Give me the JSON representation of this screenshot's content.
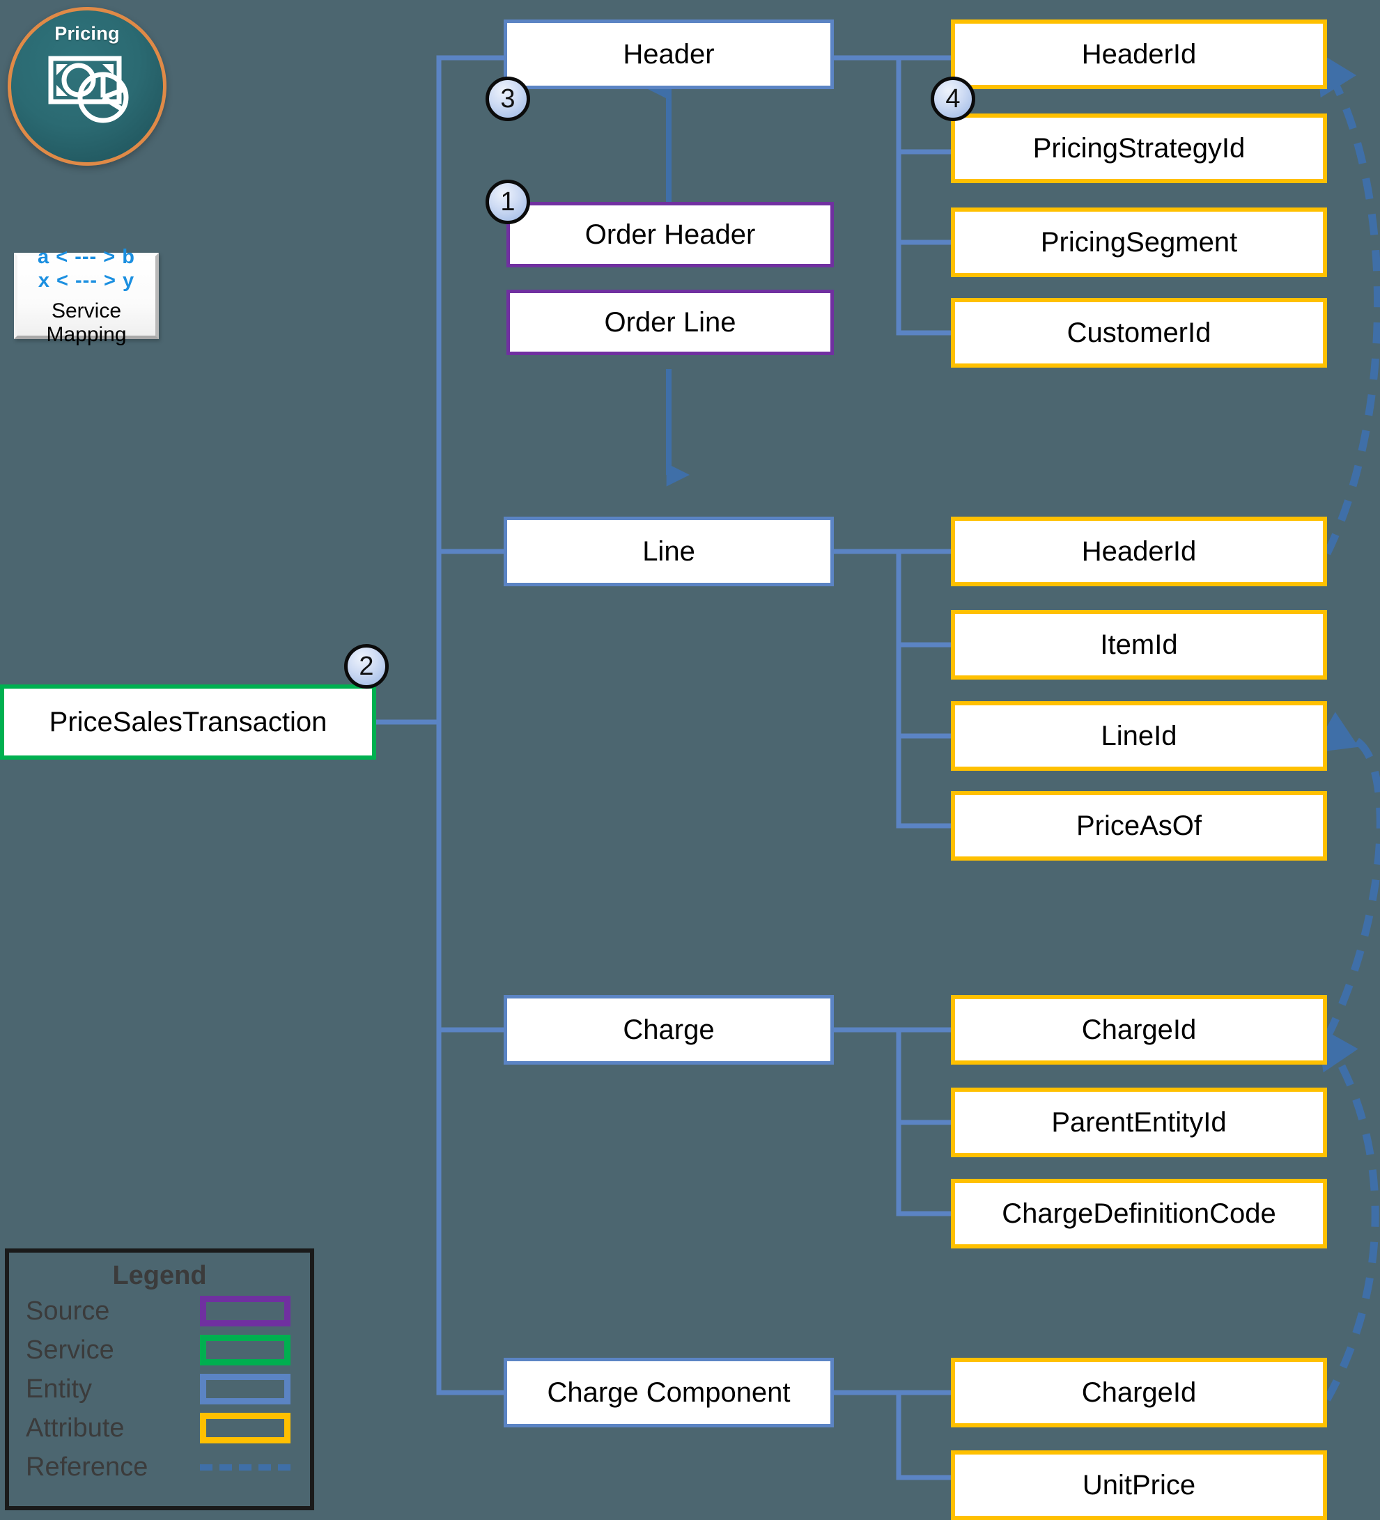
{
  "domain_badge": "Pricing",
  "pricing": {
    "title": "Pricing",
    "icon": "money-pie-chart-icon"
  },
  "service_mapping_card": {
    "line1": "a < --- > b",
    "line2": "x < --- > y",
    "label": "Service Mapping"
  },
  "legend": {
    "title": "Legend",
    "items": [
      {
        "label": "Source",
        "style": "box",
        "color": "#7030a0"
      },
      {
        "label": "Service",
        "style": "box",
        "color": "#00b050"
      },
      {
        "label": "Entity",
        "style": "box",
        "color": "#5b84c4"
      },
      {
        "label": "Attribute",
        "style": "box",
        "color": "#ffc000"
      },
      {
        "label": "Reference",
        "style": "dashed",
        "color": "#3f6fa8"
      }
    ]
  },
  "badges": [
    {
      "number": "1",
      "target": "order-header"
    },
    {
      "number": "2",
      "target": "price-sales-transaction"
    },
    {
      "number": "3",
      "target": "header-entity"
    },
    {
      "number": "4",
      "target": "headerid-attribute"
    }
  ],
  "service": {
    "name": "PriceSalesTransaction"
  },
  "sources": [
    {
      "name": "Order Header"
    },
    {
      "name": "Order Line"
    }
  ],
  "entities": [
    {
      "name": "Header",
      "attributes": [
        "HeaderId",
        "PricingStrategyId",
        "PricingSegment",
        "CustomerId"
      ]
    },
    {
      "name": "Line",
      "attributes": [
        "HeaderId",
        "ItemId",
        "LineId",
        "PriceAsOf"
      ]
    },
    {
      "name": "Charge",
      "attributes": [
        "ChargeId",
        "ParentEntityId",
        "ChargeDefinitionCode"
      ]
    },
    {
      "name": "Charge Component",
      "attributes": [
        "ChargeId",
        "UnitPrice"
      ]
    }
  ],
  "references": [
    {
      "from": "Line.HeaderId",
      "to": "Header.HeaderId"
    },
    {
      "from": "Charge.ChargeId",
      "to": "Line.LineId"
    },
    {
      "from": "ChargeComponent.ChargeId",
      "to": "Charge.ChargeId"
    }
  ],
  "colors": {
    "background": "#4c6670",
    "entity": "#5b84c4",
    "source": "#7030a0",
    "service": "#00b050",
    "attribute": "#ffc000",
    "reference": "#3f6fa8",
    "badge_ring": "#0b0b0b",
    "circle_fill": "#2b6a72",
    "circle_ring": "#e08a47"
  }
}
